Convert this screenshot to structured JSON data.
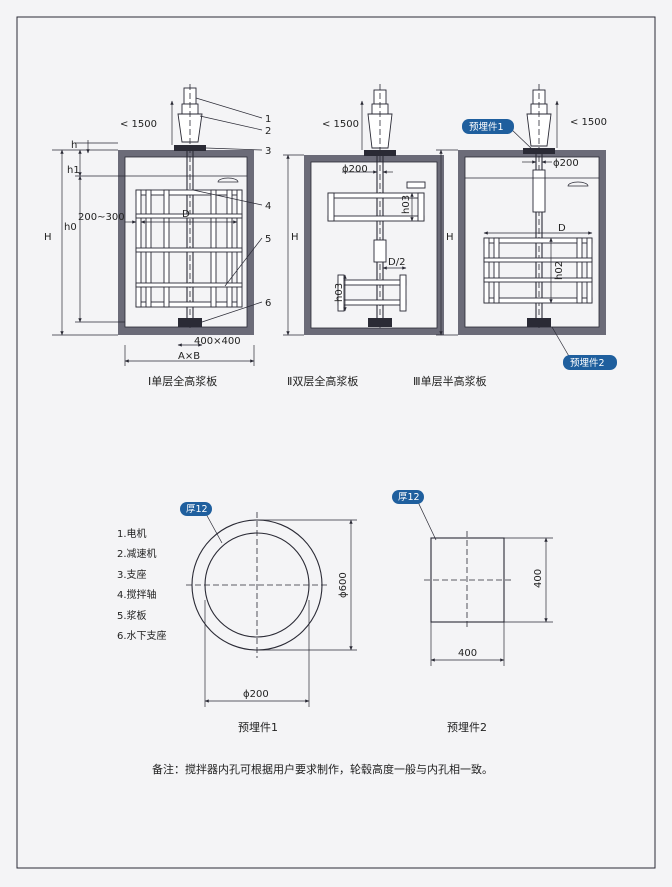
{
  "colors": {
    "tag_fill": "#1f5f9e",
    "wall": "#6b6b78",
    "paper": "#f4f4f6"
  },
  "fig1": {
    "height_limit": "< 1500",
    "callouts": [
      "1",
      "2",
      "3",
      "4",
      "5",
      "6"
    ],
    "dims": {
      "h": "h",
      "h1": "h1",
      "h0": "h0",
      "H": "H",
      "gap": "200~300",
      "D": "D",
      "base": "400×400",
      "AxB": "A×B"
    },
    "caption": "Ⅰ单层全高浆板"
  },
  "fig2": {
    "height_limit": "< 1500",
    "dims": {
      "phi": "ϕ200",
      "h03_top": "h03",
      "D2": "D/2",
      "H": "H",
      "h03_bot": "h03"
    },
    "caption": "Ⅱ双层全高浆板"
  },
  "fig3": {
    "height_limit": "< 1500",
    "tag_top": "预埋件1",
    "tag_bottom": "预埋件2",
    "dims": {
      "phi": "ϕ200",
      "D": "D",
      "H": "H",
      "h02": "h02"
    },
    "caption": "Ⅲ单层半高浆板"
  },
  "legend": [
    "1.电机",
    "2.减速机",
    "3.支座",
    "4.搅拌轴",
    "5.浆板",
    "6.水下支座"
  ],
  "part1": {
    "tag": "厚12",
    "dim_vertical": "ϕ600",
    "dim_horizontal": "ϕ200",
    "caption": "预埋件1"
  },
  "part2": {
    "tag": "厚12",
    "dim_vertical": "400",
    "dim_horizontal": "400",
    "caption": "预埋件2"
  },
  "note": "备注：搅拌器内孔可根据用户要求制作，轮毂高度一般与内孔相一致。"
}
